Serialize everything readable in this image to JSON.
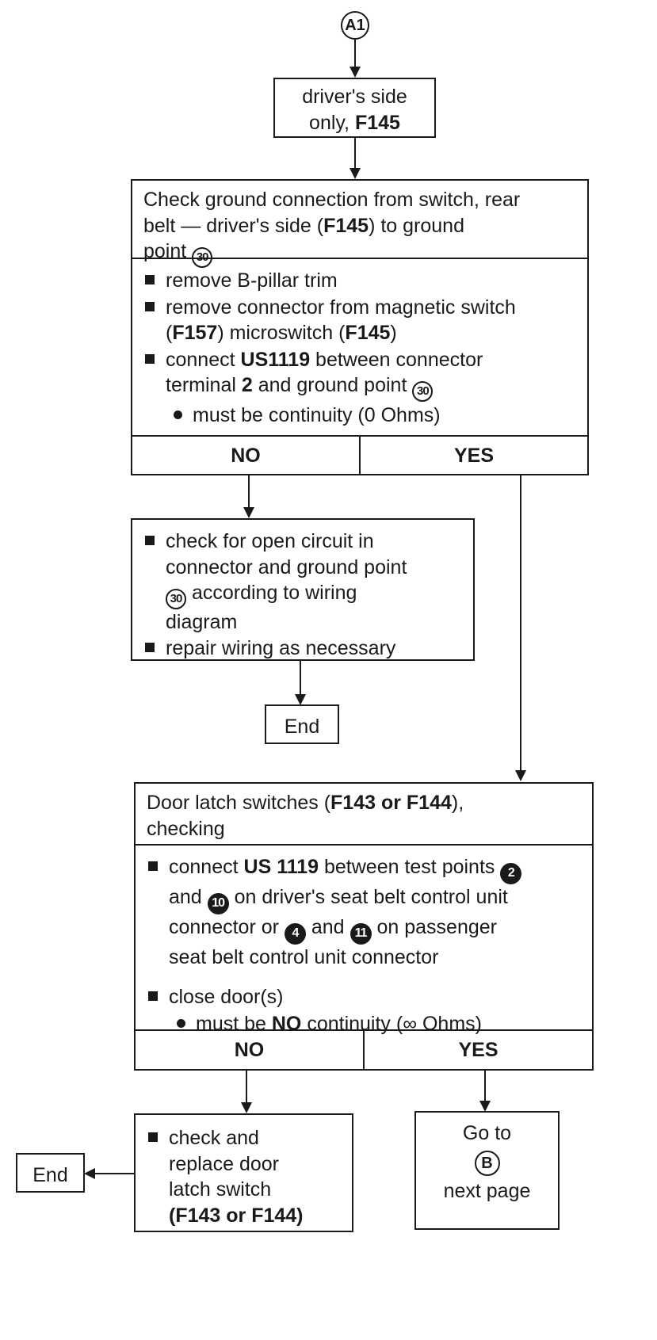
{
  "start_node": "A1",
  "step1": {
    "line1": "driver's side",
    "line2_prefix": "only, ",
    "line2_code": "F145"
  },
  "step2": {
    "title_a": "Check ground connection from switch, rear",
    "title_b_prefix": "belt — driver's side (",
    "title_b_code": "F145",
    "title_b_suffix": ") to ground",
    "title_c": "point",
    "title_ref": "30",
    "items": {
      "i1": "remove B-pillar trim",
      "i2_a": "remove connector from magnetic switch",
      "i2_b_p1": "(",
      "i2_b_code1": "F157",
      "i2_b_p2": ") microswitch (",
      "i2_b_code2": "F145",
      "i2_b_p3": ")",
      "i3_prefix": "connect ",
      "i3_tool": "US1119",
      "i3_suffix": " between connector",
      "i3b_prefix": "terminal ",
      "i3b_term": "2",
      "i3b_mid": " and ground point",
      "i3b_ref": "30",
      "i3_sub": "must be continuity (0 Ohms)"
    },
    "no": "NO",
    "yes": "YES"
  },
  "step3": {
    "a": "check for open circuit in",
    "b": "connector and ground point",
    "c_ref": "30",
    "c_text": " according to wiring",
    "d": "diagram",
    "e": "repair wiring as necessary"
  },
  "end1": "End",
  "step4": {
    "title_prefix": "Door latch switches (",
    "title_code": "F143 or F144",
    "title_suffix": "),",
    "title_b": "checking",
    "i1_prefix": "connect ",
    "i1_tool": "US 1119",
    "i1_suffix": " between test points",
    "i1_ref1": "2",
    "i1b_pre": "and",
    "i1_ref2": "10",
    "i1b_post": " on driver's seat belt control unit",
    "i1c_pre": "connector or",
    "i1_ref3": "4",
    "i1c_mid": " and",
    "i1_ref4": "11",
    "i1c_post": " on passenger",
    "i1d": "seat belt control unit connector",
    "i2": "close door(s)",
    "sub_prefix": "must be ",
    "sub_bold": "NO",
    "sub_suffix": " continuity (∞ Ohms)",
    "no": "NO",
    "yes": "YES"
  },
  "step5": {
    "a": "check and",
    "b": "replace door",
    "c": "latch switch",
    "d": "(F143 or F144)"
  },
  "end2": "End",
  "goto": {
    "a": "Go to",
    "ref": "B",
    "b": "next page"
  }
}
